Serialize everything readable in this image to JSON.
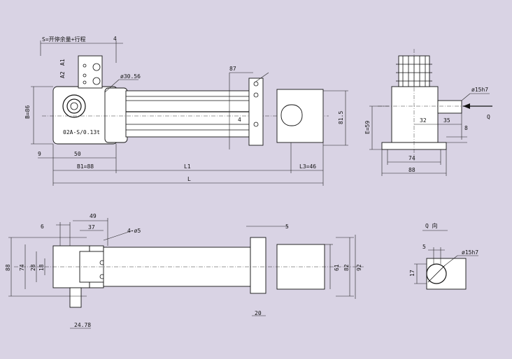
{
  "labels": {
    "s_note": "S=开停余量+行程",
    "dim_4_top": "4",
    "a1": "A1",
    "a2": "A2",
    "phi_30_56": "ø30.56",
    "b_86": "B=86",
    "model": "02A-S/0.13t",
    "dim_9": "9",
    "dim_50": "50",
    "b1_88": "B1=88",
    "l1": "L1",
    "l3_46": "L3=46",
    "l": "L",
    "dim_87": "87",
    "dim_4_mid": "4",
    "dim_81_5": "81.5",
    "phi_15h7_side": "ø15h7",
    "q_arrow": "Q",
    "e_59": "E=59",
    "dim_32": "32",
    "dim_35": "35",
    "dim_8": "8",
    "dim_74_side": "74",
    "dim_88_side": "88",
    "dim_6": "6",
    "dim_49": "49",
    "dim_37": "37",
    "holes_4_phi5": "4-ø5",
    "dim_5_top": "5",
    "dim_88_left": "88",
    "dim_74_left": "74",
    "dim_28": "28",
    "dim_18": "18",
    "dim_61": "61",
    "dim_82": "82",
    "dim_92": "92",
    "dim_20": "20",
    "dim_24_78": "24.78",
    "q_view": "Q  向",
    "dim_5_q": "5",
    "phi_15h7_q": "ø15h7",
    "dim_17": "17"
  }
}
